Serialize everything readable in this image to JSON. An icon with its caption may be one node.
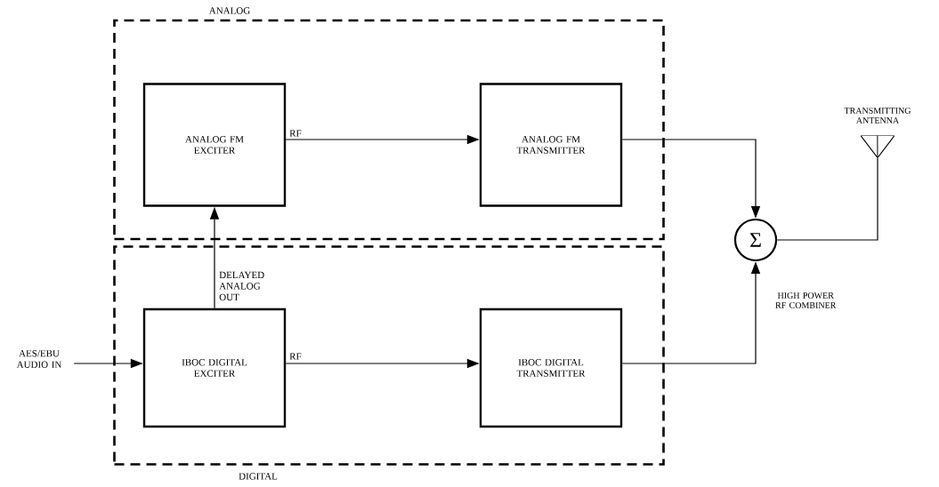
{
  "diagram": {
    "nodes": [
      {
        "text": [
          "ANALOG"
        ]
      },
      {
        "text": [
          "ANALOG FM EXCITER"
        ],
        "in": 0
      },
      {
        "text": [
          "ANALOG FM TRANSMITTER"
        ],
        "in": 0
      },
      {
        "text": [
          "DIGITAL"
        ]
      },
      {
        "text": [
          "IBOC DIGITAL EXCITER"
        ],
        "in": 3
      },
      {
        "text": [
          "IBOC DIGITAL TRANSMITTER"
        ],
        "in": 3
      },
      {
        "text": [
          "AES/EBU AUDIO IN"
        ]
      },
      {
        "text": [
          "Σ"
        ],
        "beside": [
          "HIGH POWER RF COMBINER"
        ]
      },
      {
        "text": [
          "TRANSMITTING ANTENNA"
        ]
      }
    ],
    "edges": [
      {
        "from": 6,
        "to": 4,
        "arrow": "to"
      },
      {
        "from": 1,
        "to": 2,
        "arrow": "to",
        "label": "RF"
      },
      {
        "from": 4,
        "to": 1,
        "arrow": "to",
        "label": "DELAYED ANALOG OUT"
      },
      {
        "from": 4,
        "to": 5,
        "arrow": "to",
        "label": "RF"
      },
      {
        "from": 2,
        "to": 7,
        "arrow": "to"
      },
      {
        "from": 5,
        "to": 7,
        "arrow": "to"
      },
      {
        "from": 7,
        "to": 8,
        "arrow": "none"
      }
    ]
  }
}
